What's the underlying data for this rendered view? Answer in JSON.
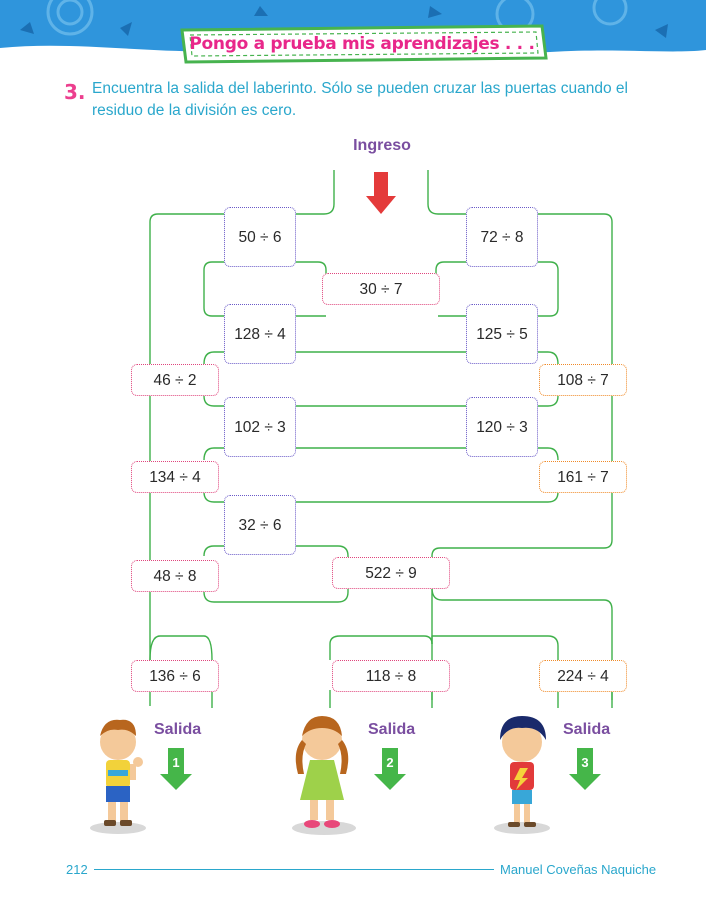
{
  "header": {
    "section_title": "Pongo a prueba mis aprendizajes . . ."
  },
  "exercise": {
    "number": "3.",
    "instruction": "Encuentra la salida del laberinto. Sólo se pueden cruzar las puertas cuando el residuo de la división es cero."
  },
  "maze": {
    "entry_label": "Ingreso",
    "doors": [
      {
        "id": "d1",
        "text": "50 ÷ 6"
      },
      {
        "id": "d2",
        "text": "72 ÷ 8"
      },
      {
        "id": "d3",
        "text": "30 ÷ 7"
      },
      {
        "id": "d4",
        "text": "128 ÷ 4"
      },
      {
        "id": "d5",
        "text": "125 ÷ 5"
      },
      {
        "id": "d6",
        "text": "46 ÷ 2"
      },
      {
        "id": "d7",
        "text": "108 ÷ 7"
      },
      {
        "id": "d8",
        "text": "102 ÷ 3"
      },
      {
        "id": "d9",
        "text": "120 ÷ 3"
      },
      {
        "id": "d10",
        "text": "134 ÷ 4"
      },
      {
        "id": "d11",
        "text": "161 ÷ 7"
      },
      {
        "id": "d12",
        "text": "32 ÷ 6"
      },
      {
        "id": "d13",
        "text": "48 ÷ 8"
      },
      {
        "id": "d14",
        "text": "522 ÷ 9"
      },
      {
        "id": "d15",
        "text": "136 ÷ 6"
      },
      {
        "id": "d16",
        "text": "118 ÷ 8"
      },
      {
        "id": "d17",
        "text": "224 ÷ 4"
      }
    ],
    "exits": [
      {
        "label": "Salida",
        "number": "1"
      },
      {
        "label": "Salida",
        "number": "2"
      },
      {
        "label": "Salida",
        "number": "3"
      }
    ]
  },
  "footer": {
    "page_number": "212",
    "author": "Manuel Coveñas Naquiche"
  },
  "colors": {
    "accent_pink": "#e8278a",
    "accent_blue": "#2aa7cc",
    "maze_line": "#3fb04a",
    "arrow_red": "#e43a3a",
    "arrow_green": "#45b649",
    "label_purple": "#7a4ea0"
  }
}
